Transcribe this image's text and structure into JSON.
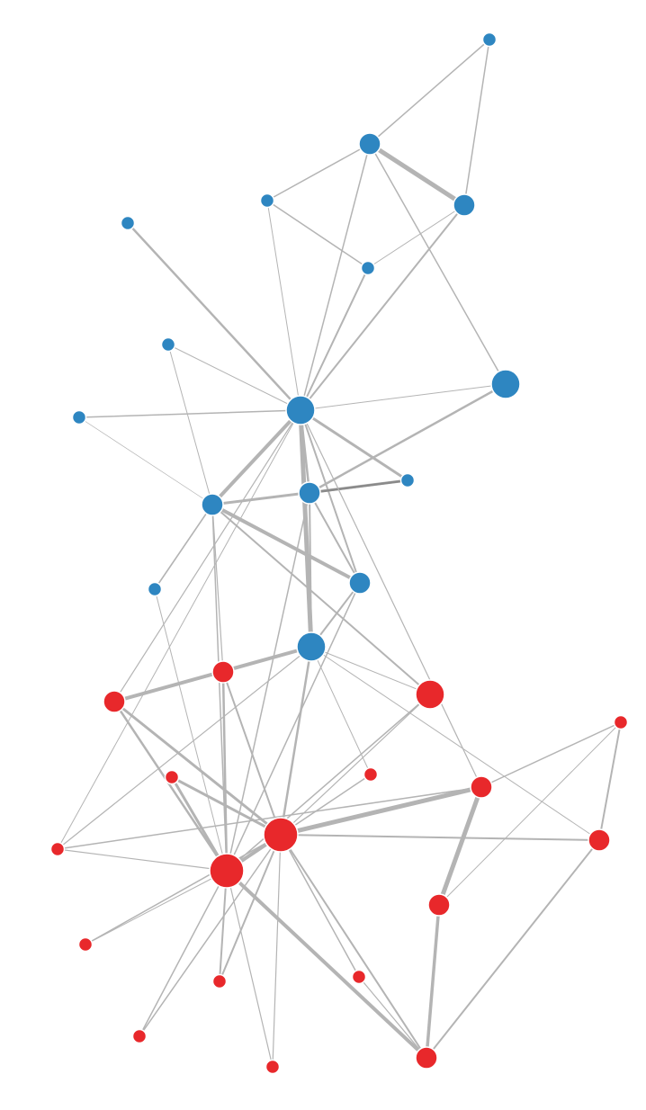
{
  "groups": {
    "blue": {
      "color": "#2e86c1"
    },
    "red": {
      "color": "#e8282b"
    }
  },
  "nodes": [
    {
      "id": "b1",
      "group": "blue",
      "size": "small"
    },
    {
      "id": "b2",
      "group": "blue",
      "size": "medium"
    },
    {
      "id": "b3",
      "group": "blue",
      "size": "medium"
    },
    {
      "id": "b4",
      "group": "blue",
      "size": "small"
    },
    {
      "id": "b5",
      "group": "blue",
      "size": "small"
    },
    {
      "id": "b6",
      "group": "blue",
      "size": "small"
    },
    {
      "id": "b7",
      "group": "blue",
      "size": "small"
    },
    {
      "id": "b8",
      "group": "blue",
      "size": "small"
    },
    {
      "id": "b9",
      "group": "blue",
      "size": "large"
    },
    {
      "id": "b10",
      "group": "blue",
      "size": "small"
    },
    {
      "id": "b11",
      "group": "blue",
      "size": "medium"
    },
    {
      "id": "b12",
      "group": "blue",
      "size": "large"
    },
    {
      "id": "b13",
      "group": "blue",
      "size": "medium"
    },
    {
      "id": "b14",
      "group": "blue",
      "size": "small"
    },
    {
      "id": "b15",
      "group": "blue",
      "size": "medium"
    },
    {
      "id": "b16",
      "group": "blue",
      "size": "large"
    },
    {
      "id": "r1",
      "group": "red",
      "size": "medium"
    },
    {
      "id": "r2",
      "group": "red",
      "size": "medium"
    },
    {
      "id": "r3",
      "group": "red",
      "size": "large"
    },
    {
      "id": "r4",
      "group": "red",
      "size": "small"
    },
    {
      "id": "r5",
      "group": "red",
      "size": "small"
    },
    {
      "id": "r6",
      "group": "red",
      "size": "small"
    },
    {
      "id": "r7",
      "group": "red",
      "size": "medium"
    },
    {
      "id": "r8",
      "group": "red",
      "size": "medium"
    },
    {
      "id": "r9",
      "group": "red",
      "size": "small"
    },
    {
      "id": "r10",
      "group": "red",
      "size": "huge"
    },
    {
      "id": "r11",
      "group": "red",
      "size": "huge"
    },
    {
      "id": "r12",
      "group": "red",
      "size": "medium"
    },
    {
      "id": "r13",
      "group": "red",
      "size": "small"
    },
    {
      "id": "r14",
      "group": "red",
      "size": "small"
    },
    {
      "id": "r15",
      "group": "red",
      "size": "medium"
    },
    {
      "id": "r16",
      "group": "red",
      "size": "small"
    },
    {
      "id": "r17",
      "group": "red",
      "size": "small"
    },
    {
      "id": "r18",
      "group": "red",
      "size": "small"
    }
  ],
  "edges": [
    [
      "b1",
      "b2",
      1.5
    ],
    [
      "b1",
      "b3",
      1.5
    ],
    [
      "b2",
      "b3",
      5
    ],
    [
      "b2",
      "b4",
      1.5
    ],
    [
      "b2",
      "b9",
      1.5
    ],
    [
      "b2",
      "b12",
      1.5
    ],
    [
      "b3",
      "b5",
      1
    ],
    [
      "b3",
      "b12",
      2
    ],
    [
      "b4",
      "b5",
      1.5
    ],
    [
      "b4",
      "b12",
      1
    ],
    [
      "b5",
      "b12",
      2
    ],
    [
      "b6",
      "b12",
      2.5
    ],
    [
      "b7",
      "b12",
      1
    ],
    [
      "b7",
      "b13",
      1
    ],
    [
      "b8",
      "b12",
      1.5
    ],
    [
      "b8",
      "b13",
      0.7
    ],
    [
      "b9",
      "b12",
      1
    ],
    [
      "b9",
      "b11",
      2.5
    ],
    [
      "b12",
      "b13",
      4
    ],
    [
      "b12",
      "b10",
      3
    ],
    [
      "b12",
      "b11",
      2.5
    ],
    [
      "b12",
      "b15",
      2
    ],
    [
      "b12",
      "b16",
      5
    ],
    [
      "b13",
      "b10",
      3
    ],
    [
      "b13",
      "b15",
      4
    ],
    [
      "b13",
      "b14",
      1.5
    ],
    [
      "b10",
      "b11",
      2.5,
      "dark"
    ],
    [
      "b11",
      "b15",
      2
    ],
    [
      "b11",
      "b16",
      2
    ],
    [
      "b15",
      "b16",
      2
    ],
    [
      "b14",
      "b13",
      1.5
    ],
    [
      "b16",
      "r2",
      4
    ],
    [
      "b16",
      "r3",
      1
    ],
    [
      "b16",
      "r5",
      1
    ],
    [
      "b16",
      "r10",
      2.5
    ],
    [
      "b16",
      "r9",
      1.2
    ],
    [
      "b16",
      "r8",
      1
    ],
    [
      "b13",
      "r1",
      1.2
    ],
    [
      "b13",
      "r3",
      2
    ],
    [
      "b13",
      "r11",
      1.5
    ],
    [
      "b14",
      "r11",
      1
    ],
    [
      "b12",
      "r7",
      1.2
    ],
    [
      "b12",
      "r2",
      1.2
    ],
    [
      "b12",
      "r9",
      1
    ],
    [
      "b11",
      "r11",
      1.5
    ],
    [
      "b15",
      "r11",
      1.5
    ],
    [
      "r1",
      "r2",
      2.5
    ],
    [
      "r1",
      "r11",
      2.5
    ],
    [
      "r1",
      "r10",
      2
    ],
    [
      "r2",
      "r10",
      3
    ],
    [
      "r2",
      "r11",
      2.5
    ],
    [
      "r7",
      "r10",
      5
    ],
    [
      "r7",
      "r6",
      1.5
    ],
    [
      "r7",
      "r12",
      5
    ],
    [
      "r7",
      "r9",
      1.5
    ],
    [
      "r6",
      "r12",
      1
    ],
    [
      "r8",
      "r6",
      2
    ],
    [
      "r8",
      "r10",
      2
    ],
    [
      "r8",
      "r15",
      2
    ],
    [
      "r12",
      "r15",
      3.5
    ],
    [
      "r11",
      "r10",
      4
    ],
    [
      "r11",
      "r3",
      1.5
    ],
    [
      "r11",
      "r9",
      1.2
    ],
    [
      "r11",
      "r15",
      4
    ],
    [
      "r11",
      "r13",
      1
    ],
    [
      "r11",
      "r16",
      2
    ],
    [
      "r11",
      "r17",
      1.5
    ],
    [
      "r11",
      "r18",
      1.2
    ],
    [
      "r10",
      "r13",
      1.5
    ],
    [
      "r10",
      "r15",
      2
    ],
    [
      "r10",
      "r14",
      1.5
    ],
    [
      "r10",
      "r16",
      2
    ],
    [
      "r10",
      "r17",
      1.5
    ],
    [
      "r10",
      "r18",
      1.2
    ],
    [
      "r10",
      "r5",
      1.5
    ],
    [
      "r10",
      "r4",
      3
    ],
    [
      "r10",
      "r3",
      1.2
    ],
    [
      "r11",
      "r4",
      3
    ],
    [
      "r15",
      "r14",
      1.2
    ]
  ]
}
